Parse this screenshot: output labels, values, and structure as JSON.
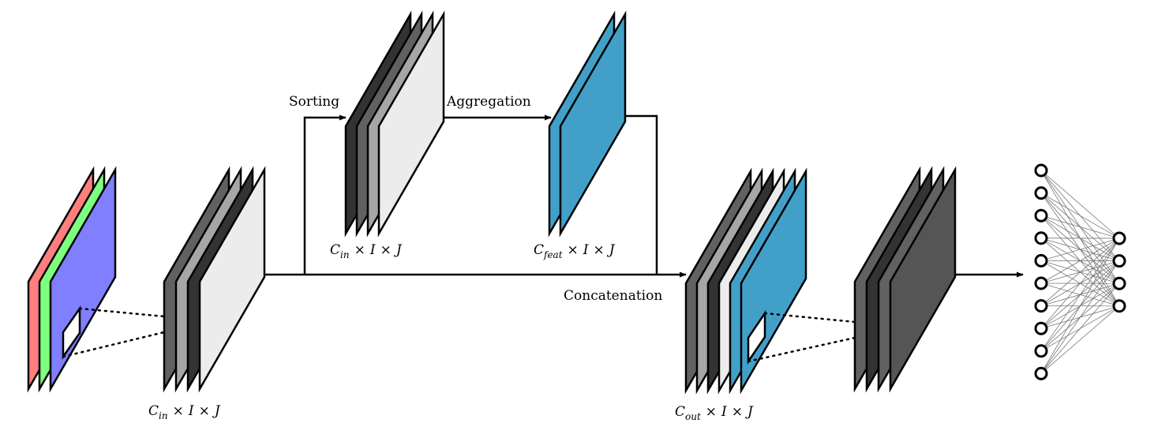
{
  "labels": {
    "sorting": "Sorting",
    "aggregation": "Aggregation",
    "concatenation": "Concatenation"
  },
  "dims": {
    "input_features": {
      "base": "C",
      "sub": "in",
      "rest": "I",
      "last": "J"
    },
    "sorted_features": {
      "base": "C",
      "sub": "in",
      "rest": "I",
      "last": "J"
    },
    "aggregated_features": {
      "base": "C",
      "sub": "feat",
      "rest": "I",
      "last": "J"
    },
    "concatenated_features": {
      "base": "C",
      "sub": "out",
      "rest": "I",
      "last": "J"
    },
    "times_symbol": "×"
  },
  "colors": {
    "input_red": "#ff7f7f",
    "input_green": "#7fff7f",
    "input_blue": "#7f7fff",
    "feat_dark": "#333333",
    "feat_mid": "#616161",
    "feat_light": "#a6a6a6",
    "feat_pale": "#ececec",
    "feat_blue": "#42a0c8",
    "out_gray": "#555555"
  },
  "mlp": {
    "input_neurons": 10,
    "output_neurons": 4
  }
}
